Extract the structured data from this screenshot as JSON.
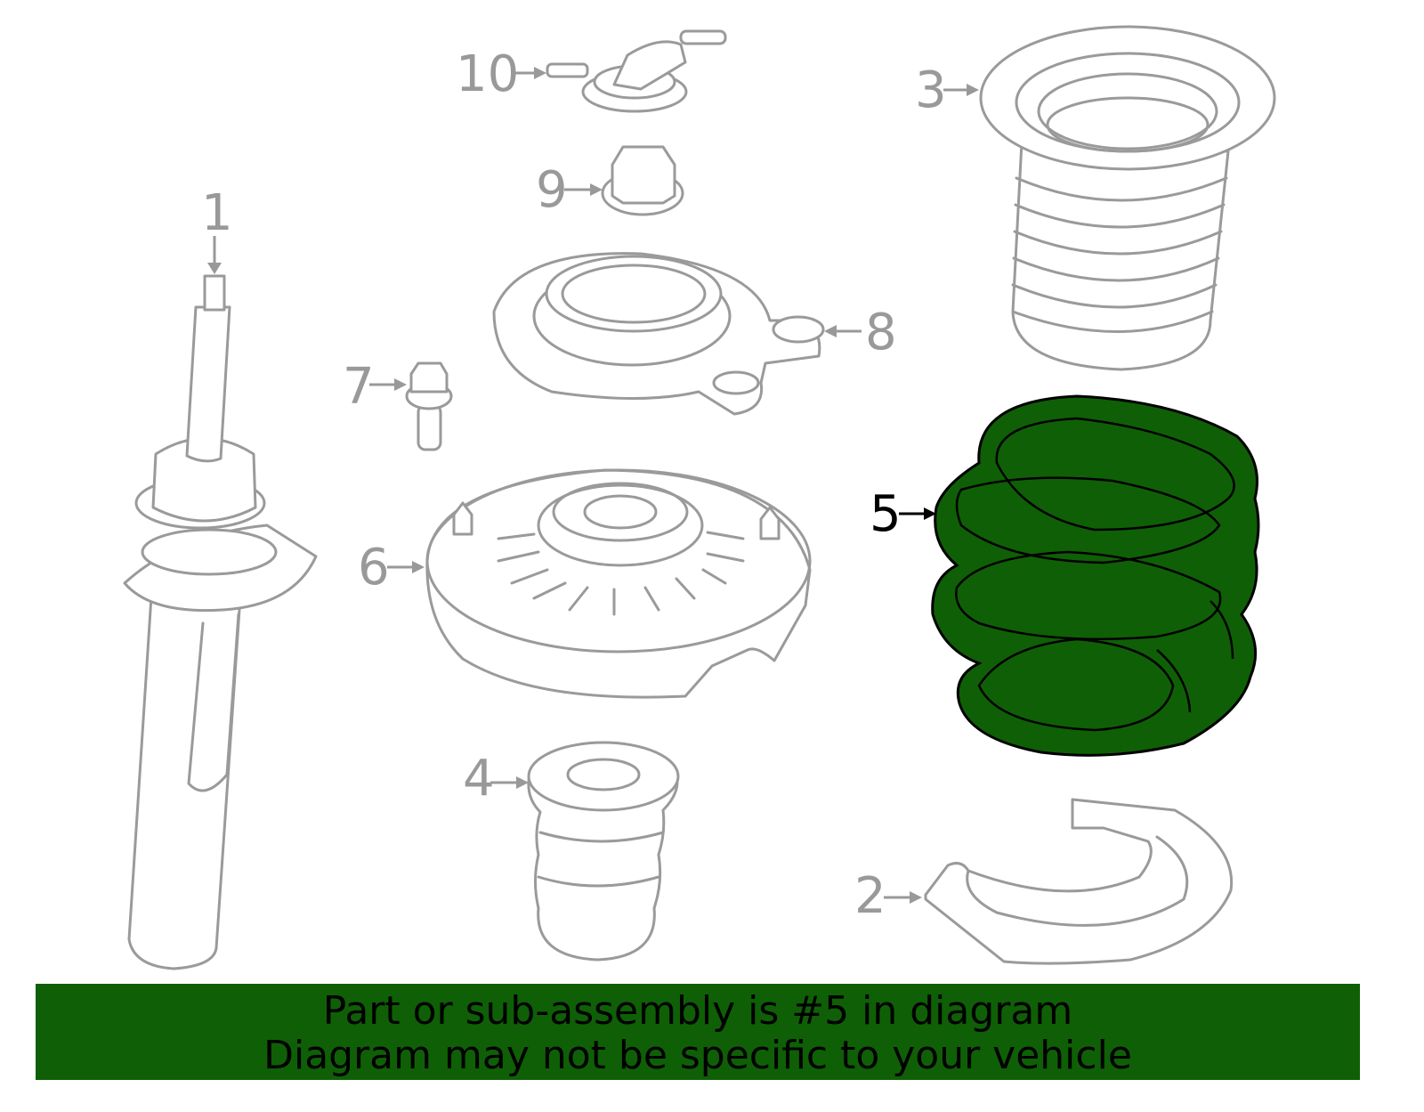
{
  "diagram": {
    "highlighted_part": "5",
    "highlight_color": "#0f5f06",
    "labels": [
      "1",
      "2",
      "3",
      "4",
      "5",
      "6",
      "7",
      "8",
      "9",
      "10"
    ]
  },
  "banner": {
    "line1": "Part or sub-assembly is #5 in diagram",
    "line2": "Diagram may not be specific to your vehicle"
  }
}
